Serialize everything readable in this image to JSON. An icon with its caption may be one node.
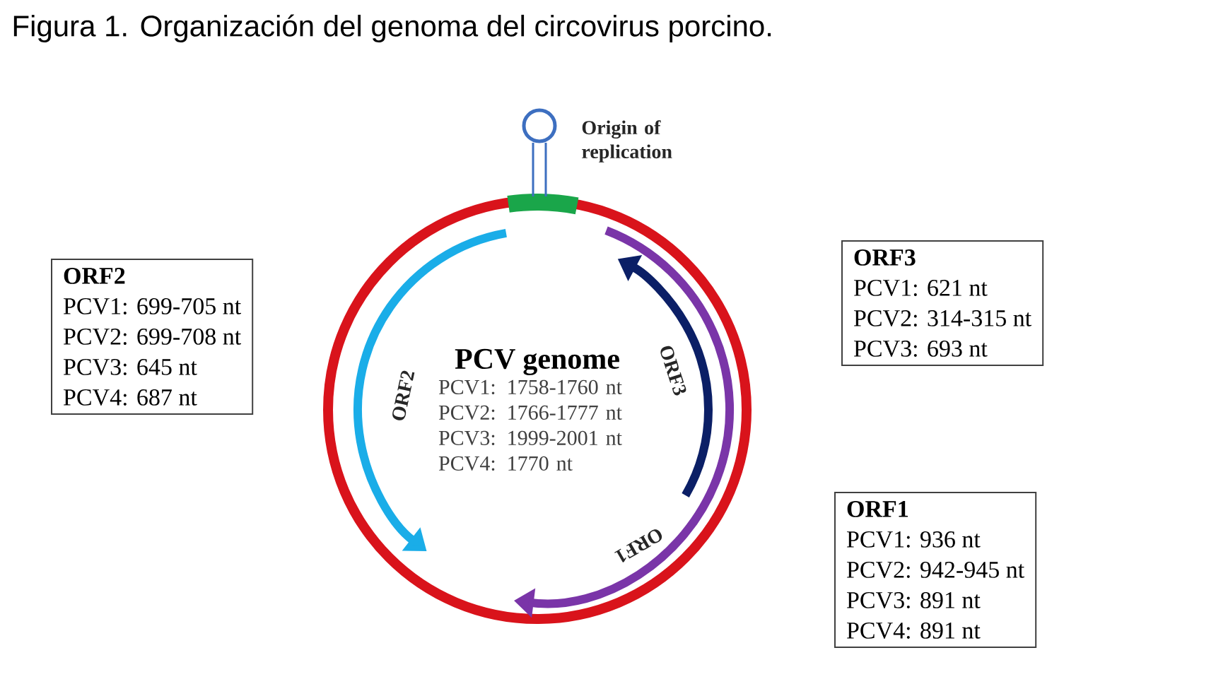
{
  "diagram": {
    "title": "Figura 1. Organización del genoma del circovirus porcino.",
    "nodes": [
      {
        "text": [
          "ORF2",
          "PCV1: 699-705 nt",
          "PCV2: 699-708 nt",
          "PCV3: 645 nt",
          "PCV4: 687 nt"
        ]
      },
      {
        "text": [
          "ORF3",
          "PCV1: 621 nt",
          "PCV2: 314-315 nt",
          "PCV3: 693 nt"
        ]
      },
      {
        "text": [
          "ORF1",
          "PCV1: 936 nt",
          "PCV2: 942-945 nt",
          "PCV3: 891 nt",
          "PCV4: 891 nt"
        ]
      },
      {
        "text": [
          "PCV genome",
          "PCV1: 1758-1760 nt",
          "PCV2: 1766-1777 nt",
          "PCV3: 1999-2001 nt",
          "PCV4: 1770 nt"
        ]
      }
    ],
    "labels": [
      "Origin of replication",
      "ORF2",
      "ORF3",
      "ORF1"
    ]
  }
}
